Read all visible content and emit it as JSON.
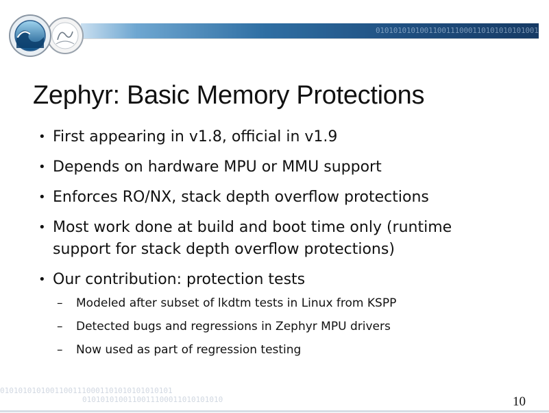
{
  "header": {
    "banner_bits": "0101010101001100111000110101010101001"
  },
  "slide": {
    "title": "Zephyr: Basic Memory Protections",
    "bullets": [
      {
        "text": "First appearing in v1.8, official in v1.9"
      },
      {
        "text": "Depends on hardware MPU or MMU support"
      },
      {
        "text": "Enforces RO/NX, stack depth overflow protections"
      },
      {
        "text": "Most work done at build and boot time only (runtime support for stack depth overflow protections)"
      },
      {
        "text": "Our contribution: protection tests",
        "subitems": [
          "Modeled after subset of lkdtm tests in Linux from KSPP",
          "Detected bugs and regressions in Zephyr MPU drivers",
          "Now used as part of regression testing"
        ]
      }
    ],
    "page_number": "10"
  },
  "footer": {
    "bits_line1": "01010101010011001110001101010101010101",
    "bits_line2": "0101010100110011100011010101010"
  },
  "colors": {
    "banner_dark": "#163a64",
    "banner_mid": "#2f6fa3",
    "banner_light": "#c9dff0"
  },
  "icons": {
    "logo_main": "research-directorate-wave-logo",
    "logo_secondary": "national-security-agency-seal-logo"
  }
}
